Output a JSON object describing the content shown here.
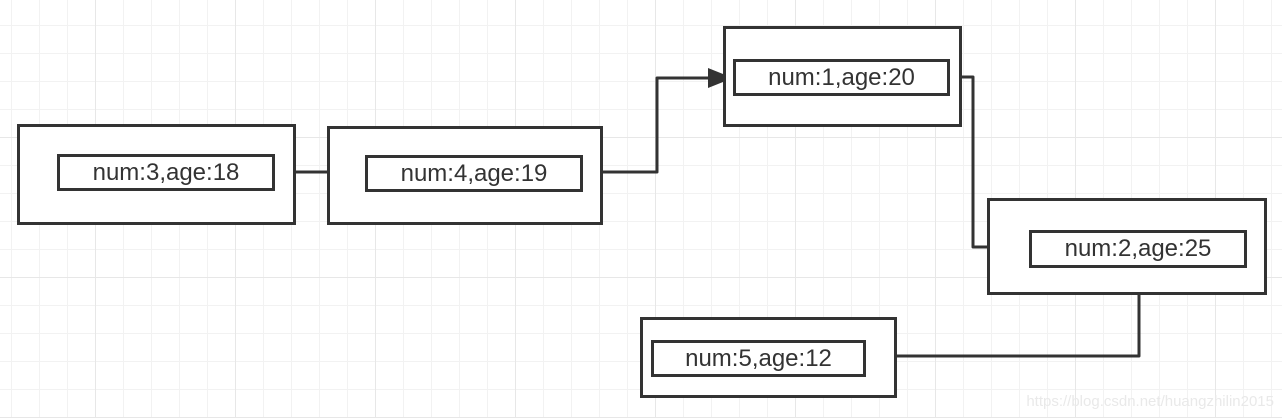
{
  "nodes": [
    {
      "id": "node-num3",
      "label": "num:3,age:18"
    },
    {
      "id": "node-num4",
      "label": "num:4,age:19"
    },
    {
      "id": "node-num1",
      "label": "num:1,age:20"
    },
    {
      "id": "node-num2",
      "label": "num:2,age:25"
    },
    {
      "id": "node-num5",
      "label": "num:5,age:12"
    }
  ],
  "connections": [
    {
      "from": "num:3,age:18",
      "to": "num:4,age:19"
    },
    {
      "from": "num:4,age:19",
      "to": "num:1,age:20"
    },
    {
      "from": "num:1,age:20",
      "to": "num:2,age:25"
    },
    {
      "from": "num:2,age:25",
      "to": "num:5,age:12"
    }
  ],
  "watermark": {
    "text": "https://blog.csdn.net/huangzhilin2015"
  },
  "colors": {
    "stroke": "#333333",
    "node_fill": "#ffffff",
    "grid_minor": "#f2f2f2",
    "grid_major": "#e7e7e7",
    "watermark": "#e9e9e9",
    "text": "#333333"
  }
}
